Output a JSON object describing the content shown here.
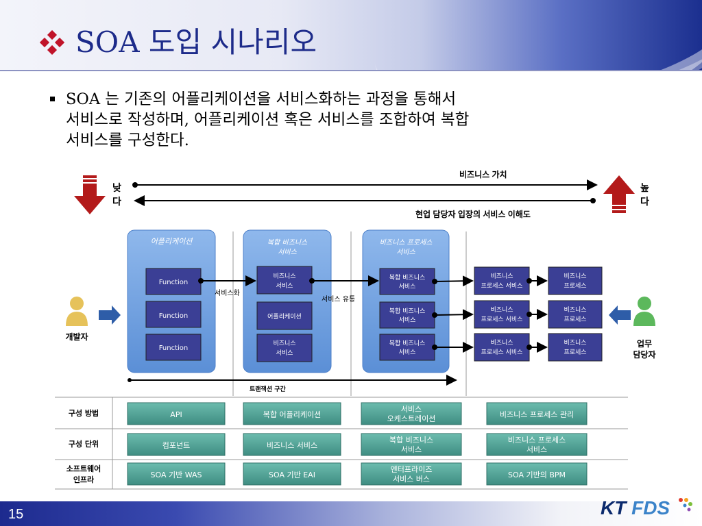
{
  "header": {
    "title": "SOA 도입 시나리오"
  },
  "body": {
    "lines": [
      "SOA 는 기존의 어플리케이션을 서비스화하는 과정을 통해서",
      "서비스로 작성하며, 어플리케이션 혹은 서비스를 조합하여 복합",
      "서비스를 구성한다."
    ]
  },
  "diagram": {
    "business_value": "비즈니스 가치",
    "understanding": "현업 담당자 입장의 서비스 이해도",
    "low": [
      "낮",
      "다"
    ],
    "high": [
      "높",
      "다"
    ],
    "developer": "개발자",
    "business_user": [
      "업무",
      "담당자"
    ],
    "col_app_title": "어플리케이션",
    "function_label": "Function",
    "col_comp_title": [
      "복합 비즈니스",
      "서비스"
    ],
    "comp_items": {
      "biz_service": [
        "비즈니스",
        "서비스"
      ],
      "application": "어플리케이션"
    },
    "col_bp_title": [
      "비즈니스 프로세스",
      "서비스"
    ],
    "bp_item": [
      "복합 비즈니스",
      "서비스"
    ],
    "bps_item": [
      "비즈니스",
      "프로세스 서비스"
    ],
    "bp_item2": [
      "비즈니스",
      "프로세스"
    ],
    "servicize": "서비스화",
    "service_flow": "서비스 유통",
    "transaction_range": "트랜잭션 구간",
    "table": {
      "rows": [
        {
          "label": [
            "구성 방법"
          ],
          "cells": [
            [
              "API"
            ],
            [
              "복합 어플리케이션"
            ],
            [
              "서비스",
              "오케스트레이션"
            ],
            [
              "비즈니스 프로세스 관리"
            ]
          ]
        },
        {
          "label": [
            "구성 단위"
          ],
          "cells": [
            [
              "컴포넌트"
            ],
            [
              "비즈니스 서비스"
            ],
            [
              "복합 비즈니스",
              "서비스"
            ],
            [
              "비즈니스 프로세스",
              "서비스"
            ]
          ]
        },
        {
          "label": [
            "소프트웨어",
            "인프라"
          ],
          "cells": [
            [
              "SOA 기반 WAS"
            ],
            [
              "SOA 기반 EAI"
            ],
            [
              "엔터프라이즈",
              "서비스 버스"
            ],
            [
              "SOA 기반의 BPM"
            ]
          ]
        }
      ]
    }
  },
  "footer": {
    "page": "15",
    "logo_kt": "KT",
    "logo_fds": "FDS"
  },
  "colors": {
    "title": "#1d2b8a",
    "column": "#6d9fdc",
    "node": "#3b3f95",
    "table_cell": "#4d9e92",
    "arrow_red": "#b31a1a"
  }
}
